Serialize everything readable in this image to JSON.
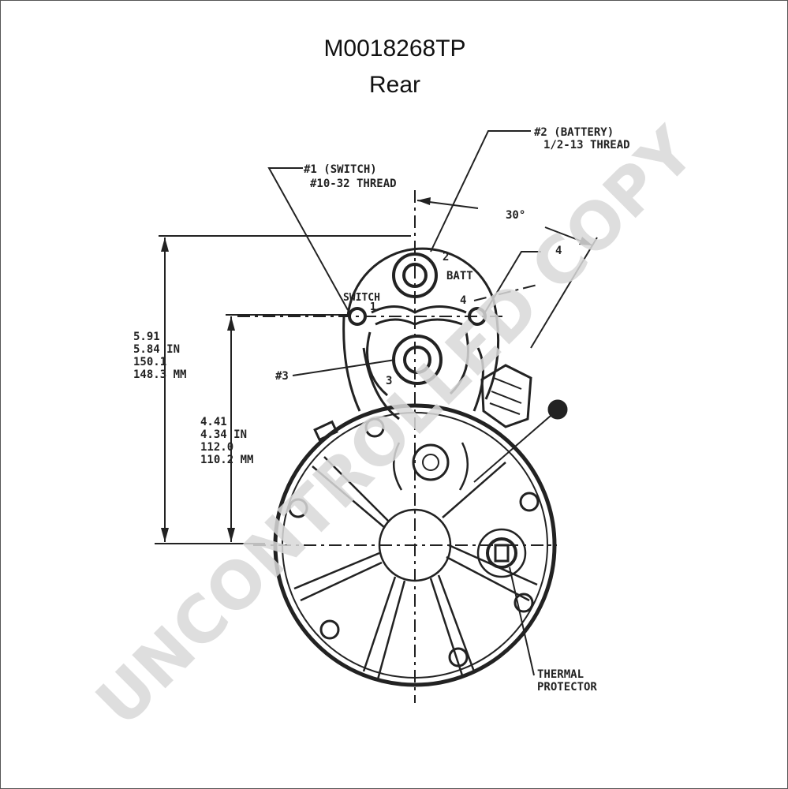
{
  "header": {
    "part_number": "M0018268TP",
    "view": "Rear"
  },
  "labels": {
    "battery_line1": "#2 (BATTERY)",
    "battery_line2": "1/2-13 THREAD",
    "switch_line1": "#1 (SWITCH)",
    "switch_line2": "#10-32 THREAD",
    "angle": "30°",
    "terminal_2": "2",
    "batt": "BATT",
    "switch": "SWITCH",
    "terminal_4_a": "4",
    "terminal_4_b": "4",
    "terminal_1": "1",
    "terminal_3": "3",
    "hash3": "#3",
    "thermal_line1": "THERMAL",
    "thermal_line2": "PROTECTOR"
  },
  "dimensions": {
    "outer": [
      "5.91",
      "5.84 IN",
      "150.1",
      "148.3 MM"
    ],
    "inner": [
      "4.41",
      "4.34 IN",
      "112.0",
      "110.2 MM"
    ]
  },
  "watermark": "UNCONTROLLED COPY"
}
